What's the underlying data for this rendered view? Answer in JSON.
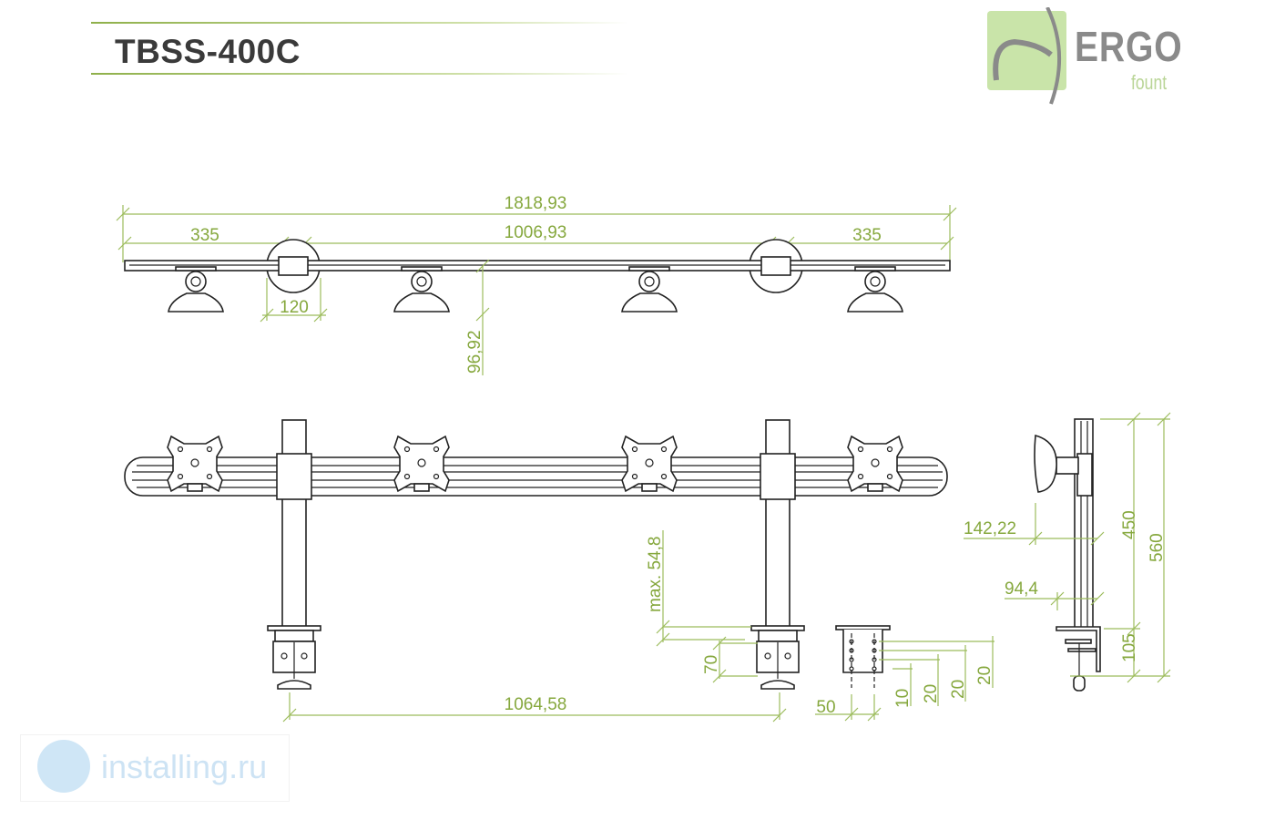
{
  "header": {
    "title": "TBSS-400C"
  },
  "logo": {
    "brand": "ERGO",
    "sub": "fount"
  },
  "watermark": {
    "text": "installing.ru"
  },
  "dimensions": {
    "total_width": "1818,93",
    "left_offset": "335",
    "center_span": "1006,93",
    "right_offset": "335",
    "clamp_diameter": "120",
    "depth": "96,92",
    "pole_distance": "1064,58",
    "max_desk": "max. 54,8",
    "clamp_height": "70",
    "hole_spacing": "50",
    "hole_10": "10",
    "hole_20a": "20",
    "hole_20b": "20",
    "hole_20c": "20",
    "side_reach": "142,22",
    "side_depth": "94,4",
    "height_450": "450",
    "height_560": "560",
    "height_105": "105"
  },
  "colors": {
    "dimension": "#9cbc5c",
    "logo_green": "#c9e4a9",
    "drawing": "#222222"
  }
}
